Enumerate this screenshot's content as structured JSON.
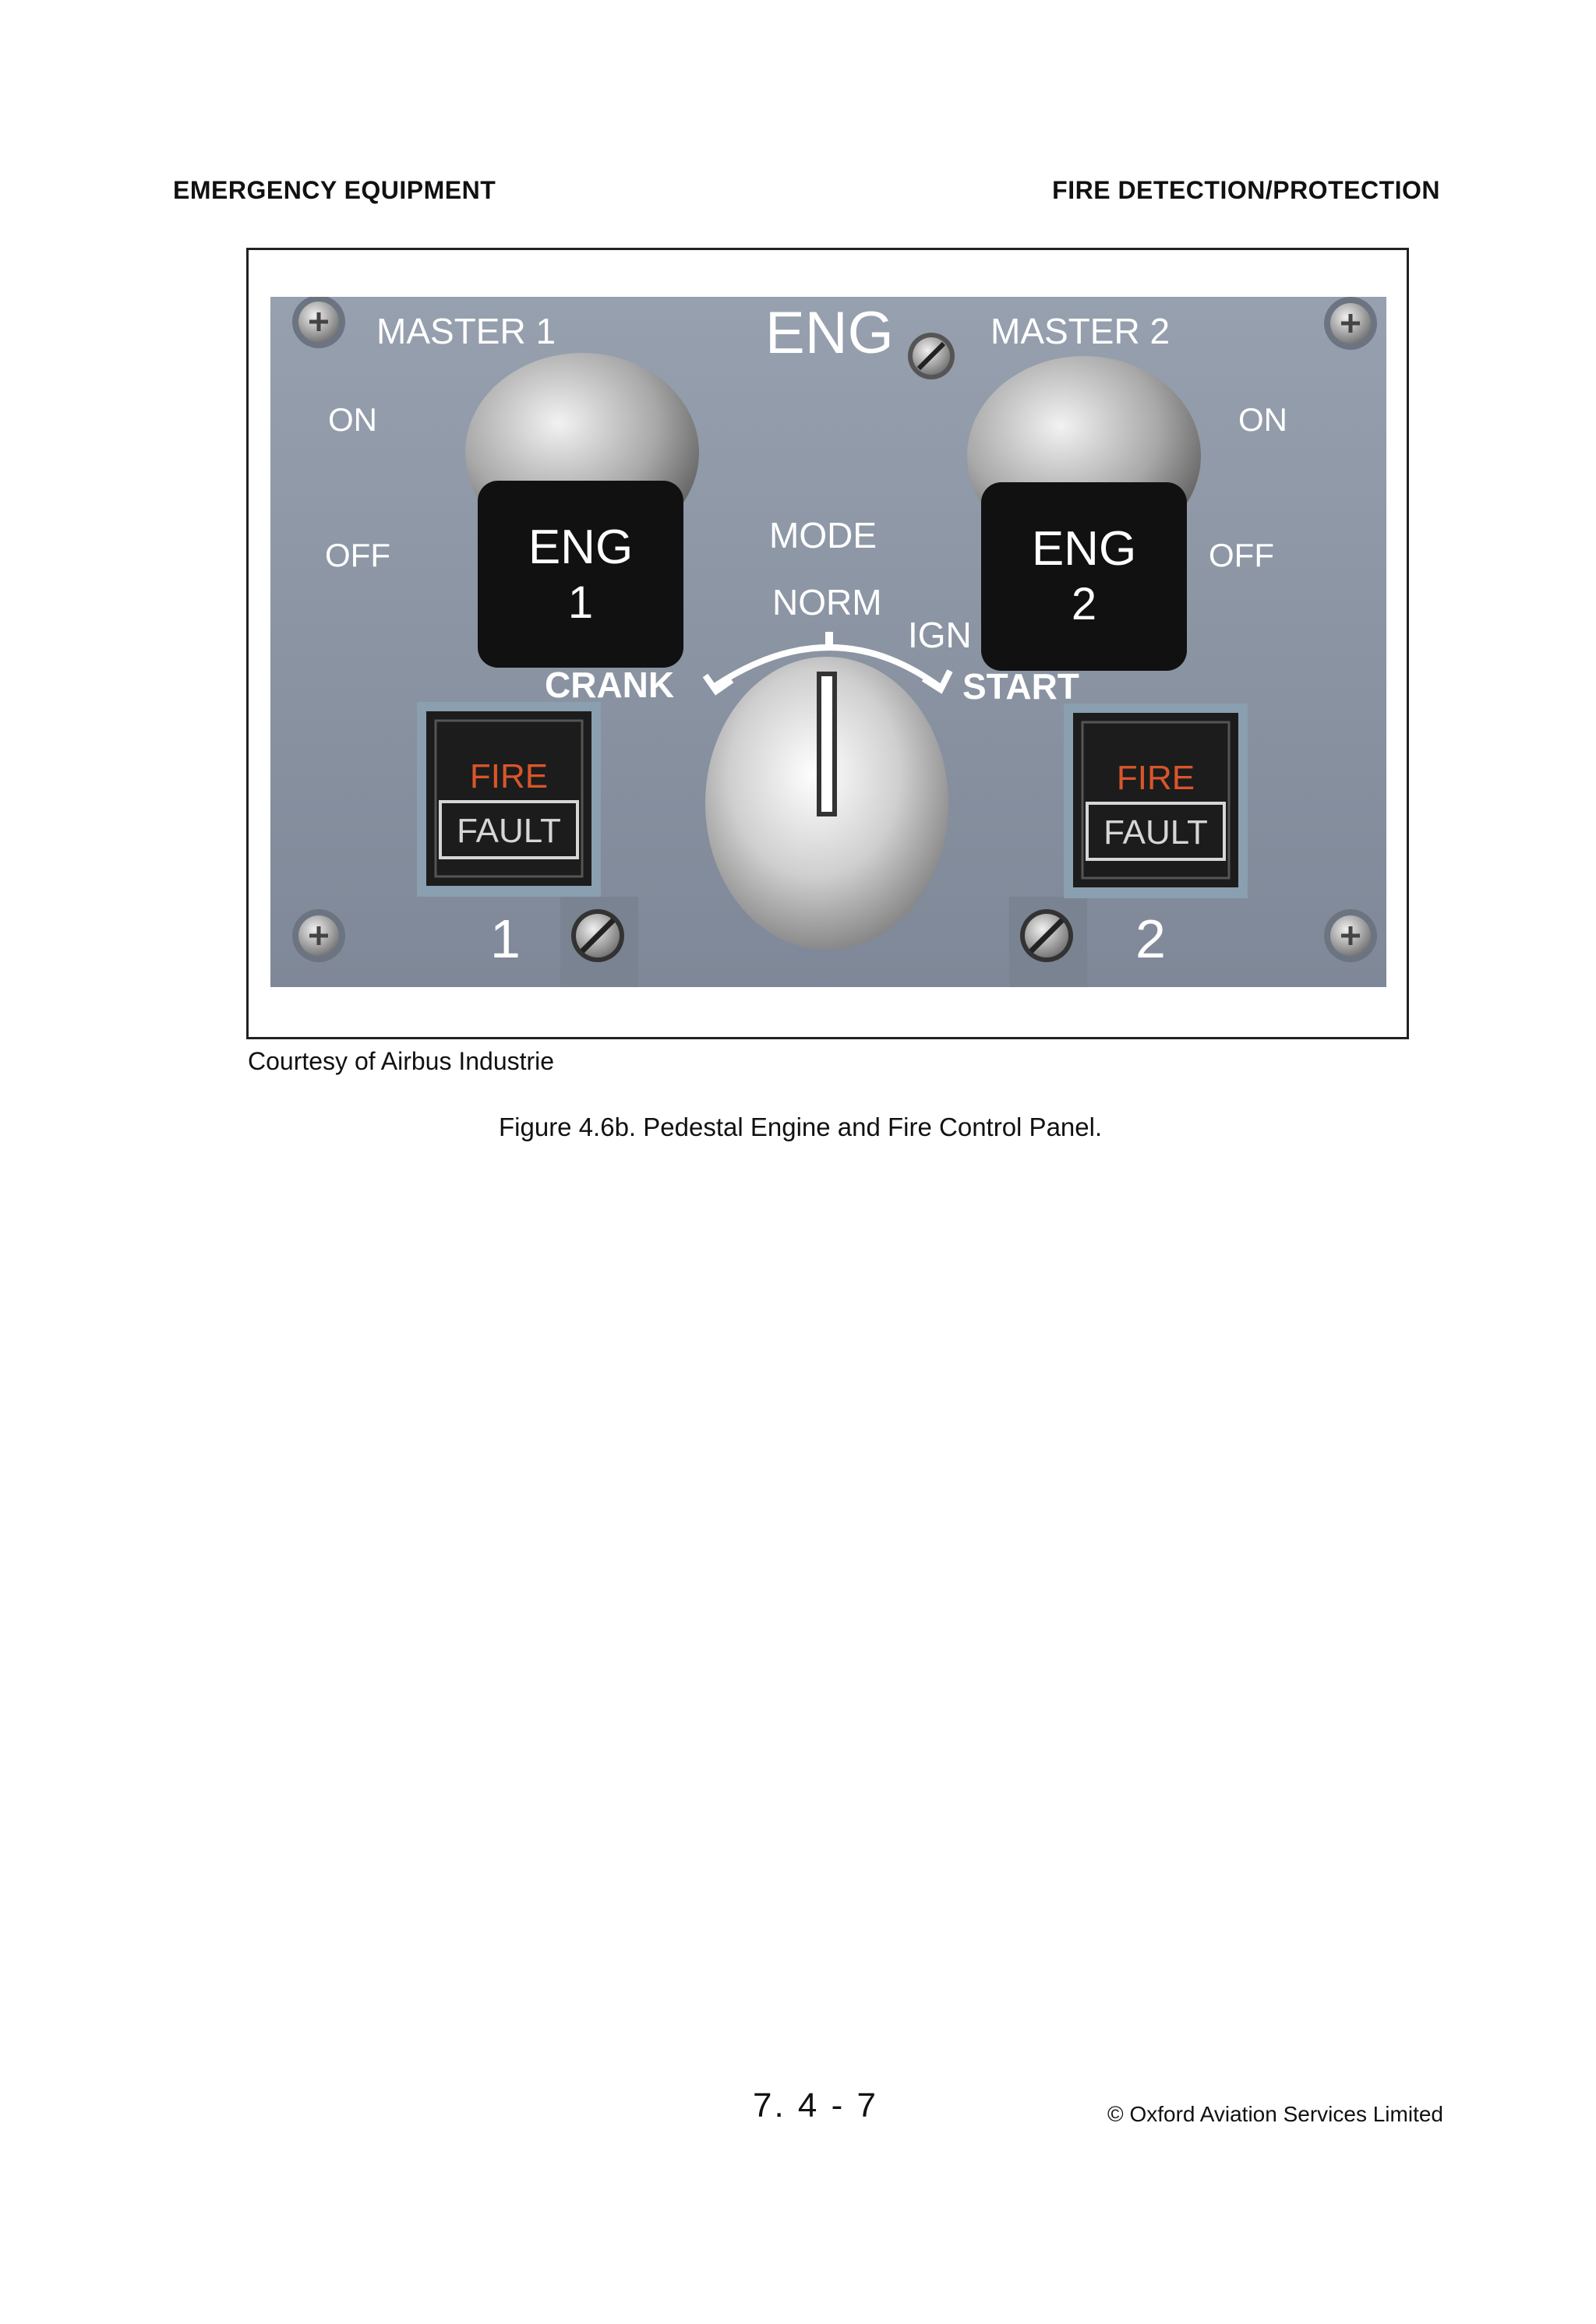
{
  "header": {
    "left": "EMERGENCY EQUIPMENT",
    "right": "FIRE DETECTION/PROTECTION"
  },
  "panel": {
    "title": "ENG",
    "master1": "MASTER 1",
    "master2": "MASTER 2",
    "on": "ON",
    "off": "OFF",
    "eng1_line1": "ENG",
    "eng1_line2": "1",
    "eng2_line1": "ENG",
    "eng2_line2": "2",
    "mode": "MODE",
    "norm": "NORM",
    "ign": "IGN",
    "crank": "CRANK",
    "start": "START",
    "fire": "FIRE",
    "fault": "FAULT",
    "num1": "1",
    "num2": "2",
    "colors": {
      "panel": "#8a94a4",
      "fire_text": "#d9562b",
      "fault_text": "#d6d6d6",
      "toggle_cap": "#111111"
    }
  },
  "courtesy": "Courtesy of Airbus Industrie",
  "caption": "Figure 4.6b. Pedestal Engine and Fire Control Panel.",
  "footer": {
    "page": "7. 4 - 7",
    "copyright": "© Oxford Aviation Services Limited"
  }
}
